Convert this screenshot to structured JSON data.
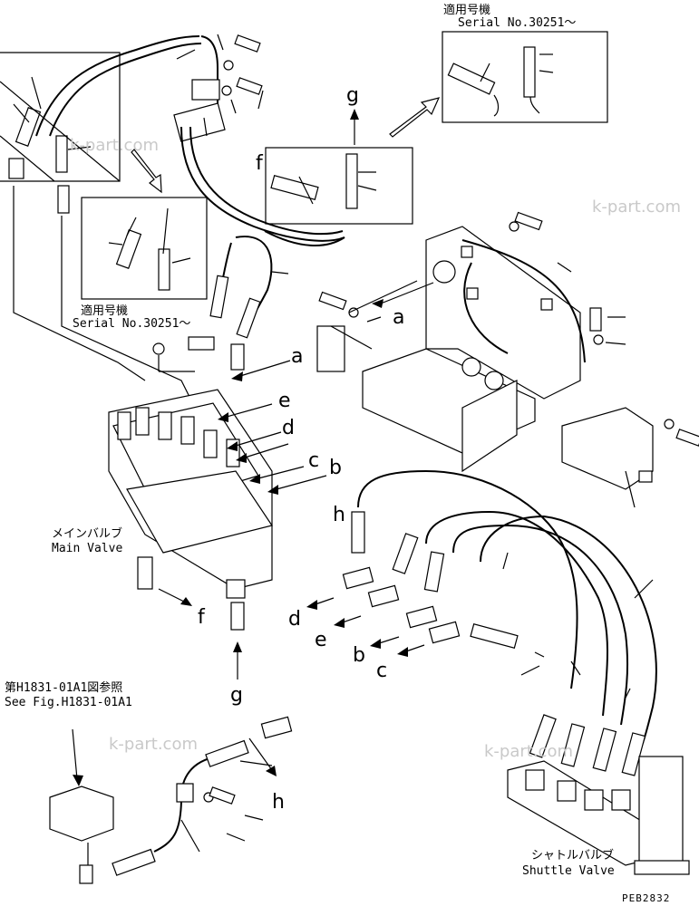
{
  "boxes": {
    "top_right": {
      "title_jp": "適用号機",
      "serial": "Serial No.30251～"
    },
    "mid_left": {
      "title_jp": "適用号機",
      "serial": "Serial No.30251～"
    }
  },
  "labels": {
    "a1": "a",
    "a2": "a",
    "b1": "b",
    "b2": "b",
    "c1": "c",
    "c2": "c",
    "d1": "d",
    "d2": "d",
    "e1": "e",
    "e2": "e",
    "f1": "f",
    "f2": "f",
    "g1": "g",
    "g2": "g",
    "h1": "h",
    "h2": "h"
  },
  "main_valve": {
    "jp": "メインバルブ",
    "en": "Main Valve"
  },
  "shuttle_valve": {
    "jp": "シャトルバルブ",
    "en": "Shuttle Valve"
  },
  "see_fig": {
    "jp": "第H1831-01A1図参照",
    "en": "See Fig.H1831-01A1"
  },
  "code": "PEB2832",
  "watermarks": [
    "k-part.com",
    "k-part.com",
    "k-part.com",
    "k-part.com"
  ]
}
